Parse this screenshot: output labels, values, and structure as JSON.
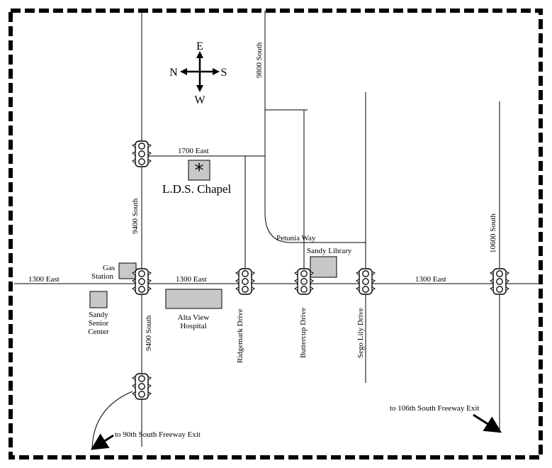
{
  "compass": {
    "north": "N",
    "east": "E",
    "south": "S",
    "west": "W"
  },
  "roads": {
    "e1300_west": "1300 East",
    "e1300_mid": "1300 East",
    "e1300_east": "1300 East",
    "e1700": "1700 East",
    "s9400_upper": "9400 South",
    "s9400_lower": "9400 South",
    "s9800": "9800 South",
    "s10600": "10600 South",
    "petunia": "Petunia Way",
    "ridgemark": "Ridgemark Drive",
    "buttercup": "Buttercup Drive",
    "sego_lily": "Sego Lily Drive"
  },
  "places": {
    "chapel": "L.D.S. Chapel",
    "chapel_symbol": "*",
    "library": "Sandy Library",
    "gas_line1": "Gas",
    "gas_line2": "Station",
    "senior_line1": "Sandy",
    "senior_line2": "Senior",
    "senior_line3": "Center",
    "hospital_line1": "Alta View",
    "hospital_line2": "Hospital"
  },
  "exits": {
    "north_exit": "to 90th South Freeway Exit",
    "south_exit": "to 106th South Freeway Exit"
  },
  "icons": {
    "traffic_light": "traffic-light-icon",
    "compass": "compass-icon"
  },
  "colors": {
    "building": "#c8c8c8",
    "ink": "#000000"
  }
}
